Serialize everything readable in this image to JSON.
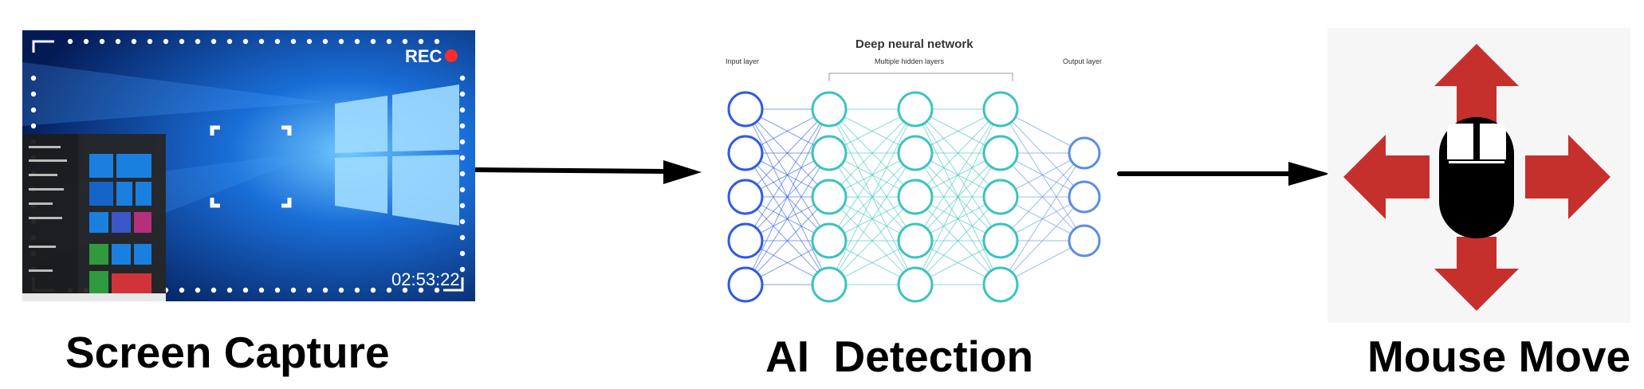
{
  "screen_capture": {
    "rec_label": "REC",
    "timer": "02:53:22"
  },
  "neural_network": {
    "title": "Deep neural network",
    "input_label": "Input layer",
    "hidden_label": "Multiple hidden layers",
    "output_label": "Output layer",
    "layers": [
      5,
      5,
      5,
      5,
      3
    ],
    "colors": {
      "input": "#2f5be7",
      "hidden": "#3cc3c0",
      "output": "#5a8de8"
    }
  },
  "mouse_move": {
    "arrow_color": "#c6302c"
  },
  "captions": {
    "screen_capture": "Screen Capture",
    "ai_detection": "AI  Detection",
    "mouse_move": "Mouse Move"
  }
}
